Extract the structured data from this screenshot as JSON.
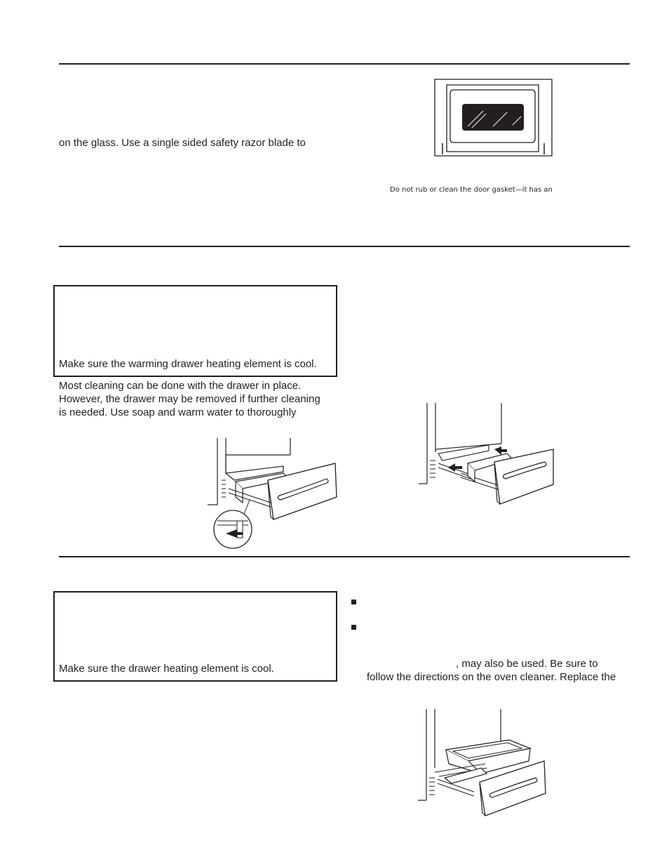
{
  "section_glass": {
    "text_line": "on the glass. Use a single sided safety razor blade to",
    "caption": "Do not rub or clean the door gasket—it has an"
  },
  "section_drawer_removal": {
    "warning_text": "Make sure the warming drawer heating element is cool.",
    "body_lines": [
      "Most cleaning can be done with the drawer in place.",
      "However, the drawer may be removed if further cleaning",
      "is needed. Use soap and warm water to thoroughly"
    ]
  },
  "section_drawer_pan": {
    "warning_text": "Make sure the drawer heating element is cool.",
    "body_lines": [
      ", may also be used. Be sure to",
      "follow the directions on the oven cleaner. Replace the"
    ]
  },
  "icons": {
    "oven_door": "oven-door-illustration",
    "drawer_release": "drawer-release-illustration",
    "drawer_removal": "drawer-removal-illustration",
    "drawer_pan": "drawer-pan-removal-illustration",
    "bullet": "square-bullet-icon"
  }
}
